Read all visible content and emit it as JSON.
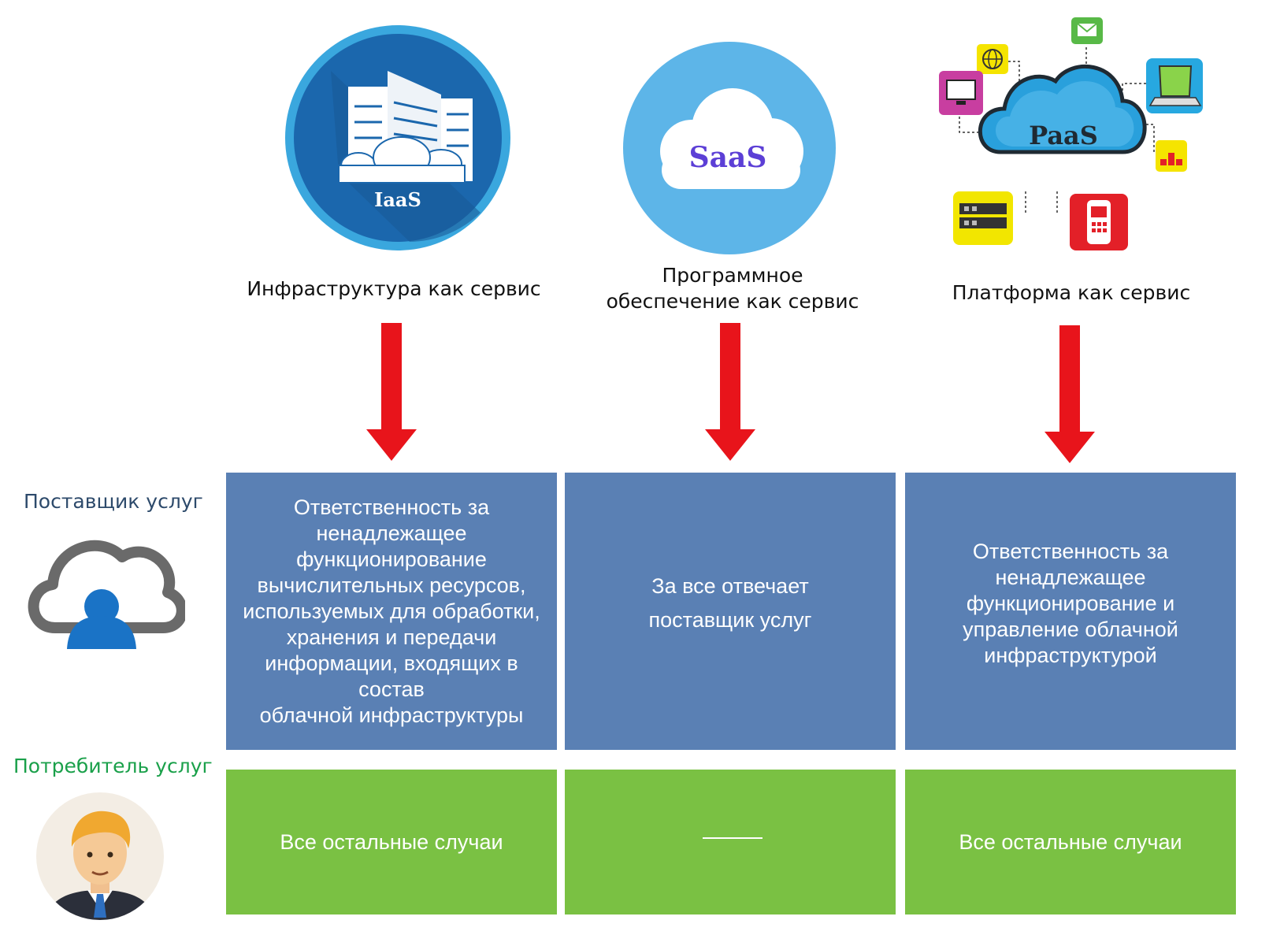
{
  "services": [
    {
      "icon_text": "IaaS",
      "label": "Инфраструктура как сервис"
    },
    {
      "icon_text": "SaaS",
      "label": "Программное\nобеспечение как сервис"
    },
    {
      "icon_text": "PaaS",
      "label": "Платформа как сервис"
    }
  ],
  "roles": {
    "provider": "Поставщик услуг",
    "consumer": "Потребитель услуг"
  },
  "provider_row": [
    "Ответственность за\nненадлежащее\nфункционирование\nвычислительных ресурсов,\nиспользуемых для обработки,\nхранения и передачи\nинформации, входящих в состав\nоблачной инфраструктуры",
    "За все отвечает\nпоставщик услуг",
    "Ответственность за\nненадлежащее\nфункционирование и\nуправление облачной\nинфраструктурой"
  ],
  "consumer_row": [
    "Все остальные случаи",
    "",
    "Все остальные случаи"
  ],
  "colors": {
    "provider_cell": "#5a80b4",
    "consumer_cell": "#7ac143",
    "arrow": "#e8141b",
    "provider_label": "#2d4a6b",
    "consumer_label": "#1aa04a"
  }
}
